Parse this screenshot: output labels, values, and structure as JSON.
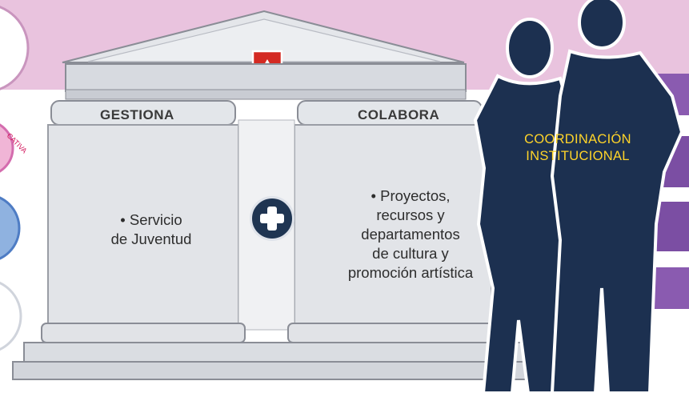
{
  "columns": {
    "left": {
      "header": "GESTIONA",
      "items": [
        "• Servicio",
        "de Juventud"
      ]
    },
    "right": {
      "header": "COLABORA",
      "items": [
        "• Proyectos,",
        "recursos y",
        "departamentos",
        "de cultura y",
        "promoción artística"
      ]
    }
  },
  "plus_symbol": "+",
  "coordination": {
    "line1": "COORDINACIÓN",
    "line2": "INSTITUCIONAL"
  },
  "side_label": "CATIVA",
  "colors": {
    "pink_band": "#e9c3de",
    "silhouette": "#1c3050",
    "coord_text": "#ffd429",
    "shield": "#d42a23",
    "purple_bars": "#8a5bb0",
    "plus_badge": "#1f3552"
  },
  "icons": [
    "shield-crest-icon",
    "plus-icon",
    "people-silhouette-icon"
  ]
}
